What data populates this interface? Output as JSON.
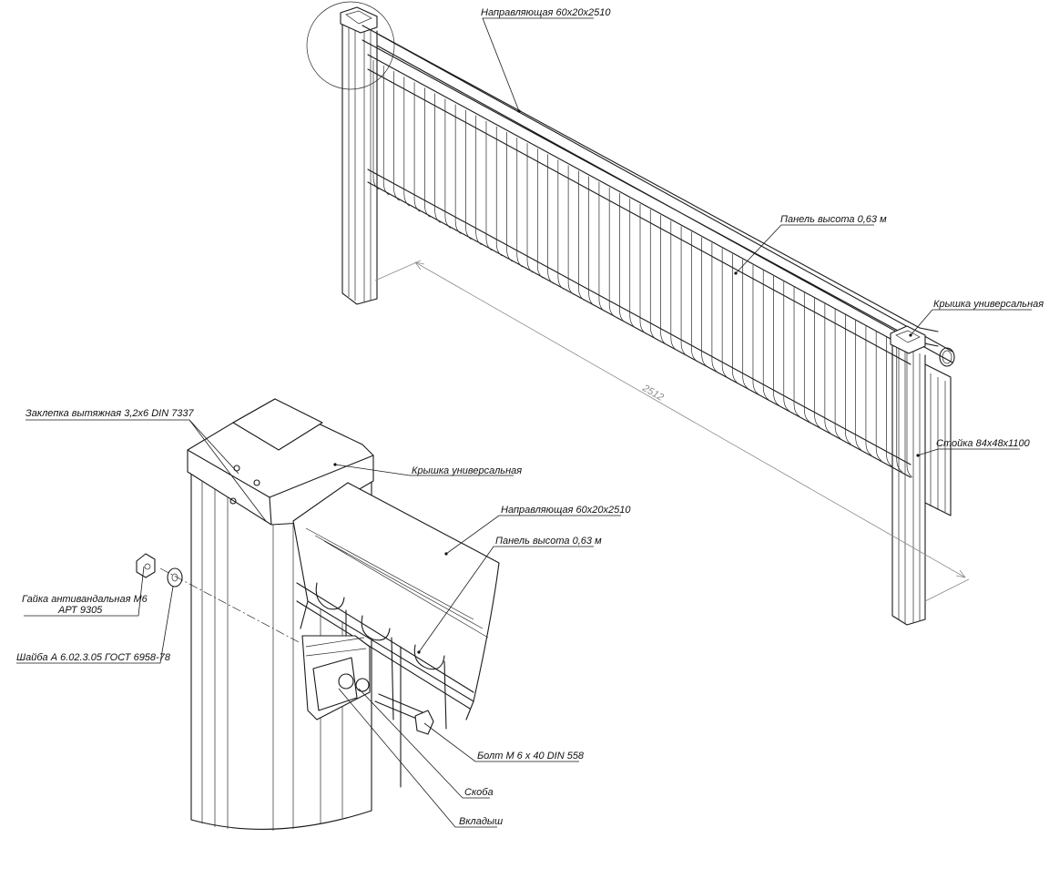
{
  "labels": {
    "top_rail": "Направляющая 60х20х2510",
    "top_panel": "Панель высота 0,63 м",
    "top_cap": "Крышка универсальная",
    "post": "Стойка 84х48х1100",
    "dimension": "2512",
    "rivet": "Заклепка вытяжная  3,2х6 DIN 7337",
    "det_cap": "Крышка универсальная",
    "det_rail": "Направляющая 60х20х2510",
    "det_panel": "Панель высота 0,63 м",
    "nut_line1": "Гайка антивандальная М6",
    "nut_line2": "АРТ 9305",
    "washer": "Шайба А 6.02.3.05 ГОСТ 6958-78",
    "bolt": "Болт М 6 х 40 DIN 558",
    "bracket": "Скоба",
    "insert": "Вкладыш"
  },
  "colors": {
    "line": "#1a1a1a",
    "dimension": "#8c8c8c",
    "background": "#ffffff"
  }
}
